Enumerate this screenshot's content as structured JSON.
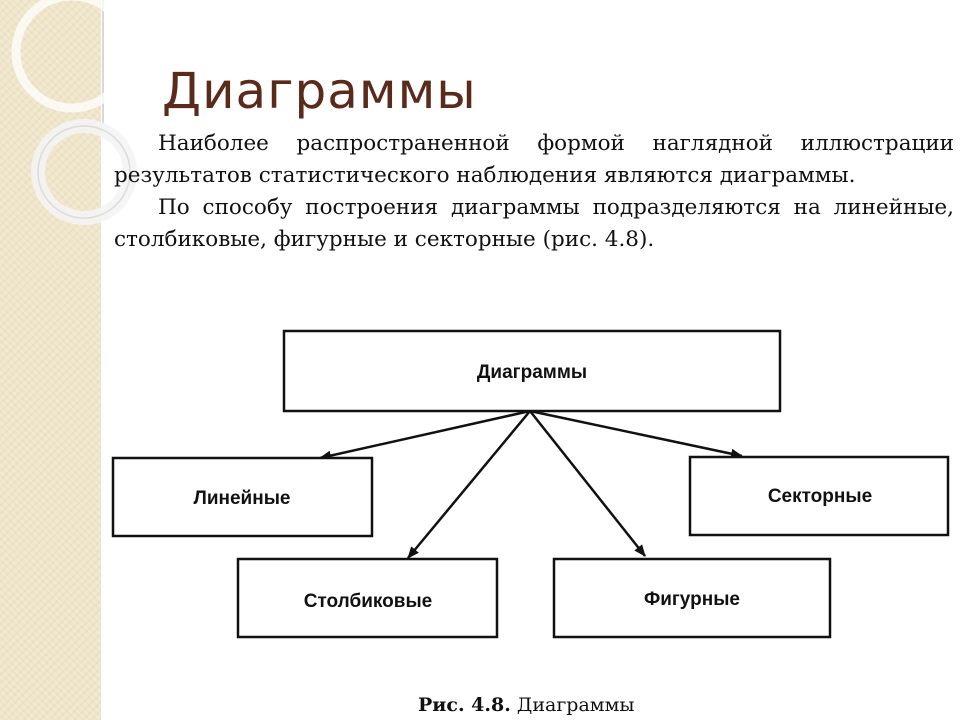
{
  "title": "Диаграммы",
  "paragraphs": [
    "Наиболее распространенной формой наглядной иллюстрации результатов статистического наблюдения являются диаграммы.",
    "По способу построения диаграммы подразделяются на линейные, столбиковые, фигурные и секторные (рис. 4.8)."
  ],
  "diagram": {
    "root": "Диаграммы",
    "children": [
      "Линейные",
      "Столбиковые",
      "Фигурные",
      "Секторные"
    ]
  },
  "caption": {
    "number": "Рис. 4.8.",
    "text": "Диаграммы"
  },
  "colors": {
    "title": "#5a2a1b",
    "sidebar": "#efe5c9"
  }
}
